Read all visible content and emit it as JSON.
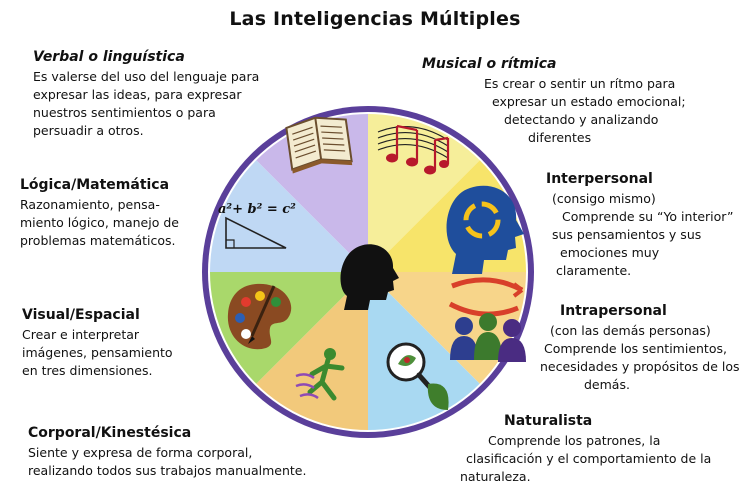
{
  "title": "Las Inteligencias Múltiples",
  "colors": {
    "verbal": "#C9B8EA",
    "musical": "#F6EE9A",
    "interpersonal": "#F7E46A",
    "intrapersonal": "#F7D58A",
    "naturalista": "#A9D9F2",
    "corporal": "#F2C97B",
    "visual": "#A9D86B",
    "logica": "#BFD8F4",
    "rim": "#5A3F9A"
  },
  "intelligences": {
    "verbal": {
      "title": "Verbal o linguística",
      "lines": [
        "Es valerse del uso del lenguaje para",
        "expresar las ideas, para expresar",
        "nuestros sentimientos o para",
        "persuadir a otros."
      ],
      "icon": "book-icon"
    },
    "musical": {
      "title": "Musical o rítmica",
      "lines": [
        "Es crear o sentir un rítmo para",
        "expresar un estado emocional;",
        "detectando y analizando",
        "diferentes"
      ],
      "icon": "music-notes-icon"
    },
    "logica": {
      "title": "Lógica/Matemática",
      "lines": [
        "Razonamiento, pensa-",
        "miento lógico, manejo de",
        "problemas matemáticos."
      ],
      "icon": "triangle-formula-icon",
      "formula": "a²+ b² = c²"
    },
    "interpersonal": {
      "title": "Interpersonal",
      "lines": [
        "(consigo mismo)",
        "Comprende su “Yo interior”",
        "sus pensamientos y sus",
        "emociones muy",
        "claramente."
      ],
      "icon": "head-arrows-icon"
    },
    "visual": {
      "title": "Visual/Espacial",
      "lines": [
        "Crear e interpretar",
        "imágenes, pensamiento",
        "en tres dimensiones."
      ],
      "icon": "palette-icon"
    },
    "intrapersonal": {
      "title": "Intrapersonal",
      "lines": [
        "(con las demás personas)",
        "Comprende los sentimientos,",
        "necesidades y propósitos de los",
        "demás."
      ],
      "icon": "people-group-icon"
    },
    "corporal": {
      "title": "Corporal/Kinestésica",
      "lines": [
        "Siente y expresa de forma corporal,",
        "realizando todos sus trabajos manualmente."
      ],
      "icon": "running-figure-icon"
    },
    "naturalista": {
      "title": "Naturalista",
      "lines": [
        "Comprende los patrones, la",
        "clasificación y el comportamiento de la",
        "naturaleza."
      ],
      "icon": "magnifier-leaf-icon"
    }
  }
}
